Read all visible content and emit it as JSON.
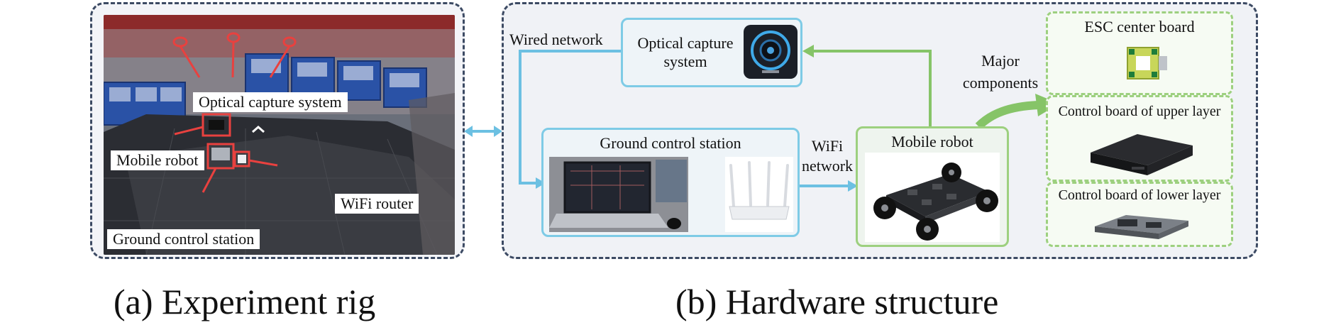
{
  "panel_a": {
    "labels": {
      "optical": "Optical capture system",
      "mobile": "Mobile robot",
      "wifi": "WiFi router",
      "ground": "Ground control station"
    },
    "caption": "(a) Experiment rig"
  },
  "panel_b": {
    "wired_network": "Wired network",
    "optical_title": "Optical capture\nsystem",
    "ground_title": "Ground control station",
    "wifi_network": "WiFi\nnetwork",
    "mobile_title": "Mobile robot",
    "major_components": "Major\ncomponents",
    "esc_title": "ESC center board",
    "upper_title": "Control board of upper layer",
    "lower_title": "Control board of lower layer",
    "caption": "(b) Hardware structure"
  },
  "colors": {
    "dashed_border": "#3c4a63",
    "blue_box": "#7ecbe6",
    "green_box": "#9dd07f",
    "arrow_blue": "#6cc0e2",
    "arrow_green": "#86c468",
    "marker_red": "#e8413f"
  }
}
